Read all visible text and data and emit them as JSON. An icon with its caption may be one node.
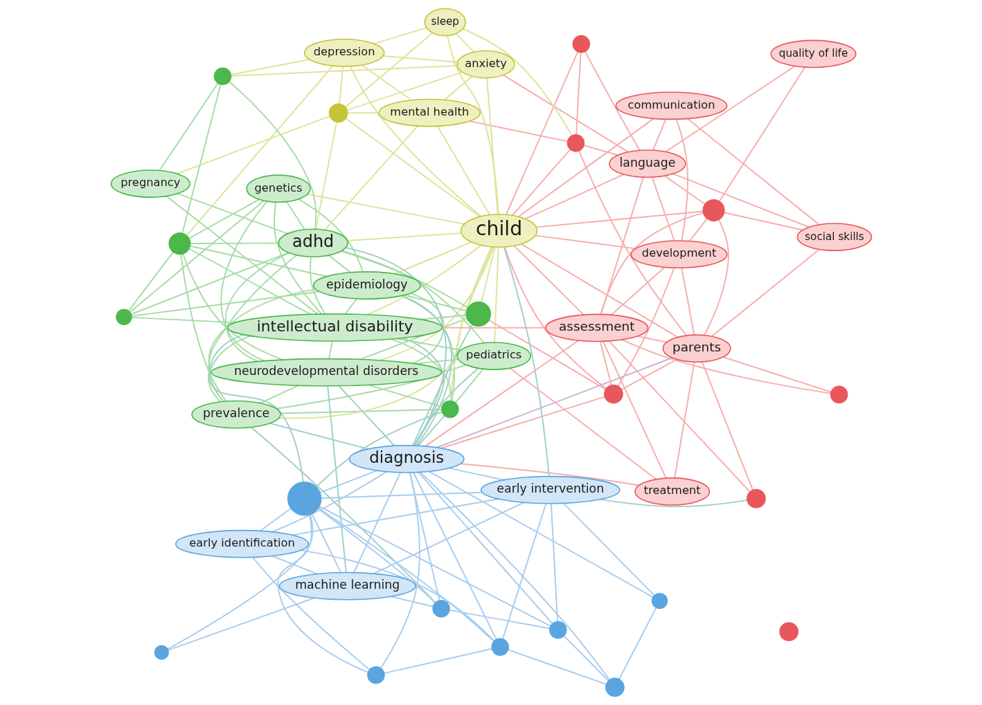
{
  "diagram": {
    "nodes": [
      {
        "text": [
          "epidemiology"
        ]
      },
      {
        "text": [],
        "shape": "circle"
      },
      {
        "text": [
          "prevalence"
        ]
      },
      {
        "text": [],
        "shape": "circle"
      },
      {
        "text": [
          "neurodevelopmental disorders"
        ]
      },
      {
        "text": [
          "genetics"
        ]
      },
      {
        "text": [
          "pregnancy"
        ]
      },
      {
        "text": [],
        "shape": "circle"
      },
      {
        "text": [],
        "shape": "circle"
      },
      {
        "text": [
          "machine learning"
        ]
      },
      {
        "text": [
          "intellectual disability"
        ]
      },
      {
        "text": [],
        "shape": "circle"
      },
      {
        "text": [
          "pediatrics"
        ]
      },
      {
        "text": [
          "adhd"
        ]
      },
      {
        "text": [],
        "shape": "circle"
      },
      {
        "text": [],
        "shape": "circle"
      },
      {
        "text": [
          "diagnosis"
        ]
      },
      {
        "text": [],
        "shape": "circle"
      },
      {
        "text": [],
        "shape": "circle"
      },
      {
        "text": [
          "treatment"
        ]
      },
      {
        "text": [
          "mental health"
        ]
      },
      {
        "text": [],
        "shape": "circle"
      },
      {
        "text": [],
        "shape": "circle"
      },
      {
        "text": [],
        "shape": "circle"
      },
      {
        "text": [
          "early identification"
        ]
      },
      {
        "text": [
          "child"
        ]
      },
      {
        "text": [
          "depression"
        ]
      },
      {
        "text": [
          "assessment"
        ]
      },
      {
        "text": [],
        "shape": "circle"
      },
      {
        "text": [],
        "shape": "circle"
      },
      {
        "text": [
          "anxiety"
        ]
      },
      {
        "text": [],
        "shape": "circle"
      },
      {
        "text": [],
        "shape": "circle"
      },
      {
        "text": [
          "early intervention"
        ]
      },
      {
        "text": [],
        "shape": "circle"
      },
      {
        "text": [
          "development"
        ]
      },
      {
        "text": [],
        "shape": "circle"
      },
      {
        "text": [],
        "shape": "circle"
      },
      {
        "text": [
          "sleep"
        ]
      },
      {
        "text": [
          "language"
        ]
      },
      {
        "text": [],
        "shape": "circle"
      },
      {
        "text": [
          "parents"
        ]
      },
      {
        "text": [],
        "shape": "circle"
      },
      {
        "text": [
          "quality of life"
        ]
      },
      {
        "text": [
          "communication"
        ]
      },
      {
        "text": [
          "social skills"
        ]
      }
    ],
    "edges": [
      {
        "from": 0,
        "to": 1,
        "arrow": "none",
        "color": "#a6dca6"
      },
      {
        "from": 0,
        "to": 2,
        "arrow": "none",
        "color": "#a6dca6"
      },
      {
        "from": 0,
        "to": 3,
        "arrow": "none",
        "color": "#a6dca6"
      },
      {
        "from": 0,
        "to": 4,
        "arrow": "none",
        "color": "#a6dca6"
      },
      {
        "from": 0,
        "to": 5,
        "arrow": "none",
        "color": "#a6dca6"
      },
      {
        "from": 0,
        "to": 7,
        "arrow": "none",
        "color": "#a6dca6"
      },
      {
        "from": 0,
        "to": 10,
        "arrow": "none",
        "color": "#a6dca6"
      },
      {
        "from": 0,
        "to": 13,
        "arrow": "none",
        "color": "#a6dca6"
      },
      {
        "from": 0,
        "to": 15,
        "arrow": "none",
        "color": "#a6dca6"
      },
      {
        "from": 1,
        "to": 3,
        "arrow": "none",
        "color": "#a6dca6"
      },
      {
        "from": 1,
        "to": 5,
        "arrow": "none",
        "color": "#a6dca6"
      },
      {
        "from": 1,
        "to": 10,
        "arrow": "none",
        "color": "#a6dca6"
      },
      {
        "from": 1,
        "to": 13,
        "arrow": "none",
        "color": "#a6dca6"
      },
      {
        "from": 2,
        "to": 3,
        "arrow": "none",
        "color": "#a6dca6"
      },
      {
        "from": 2,
        "to": 4,
        "arrow": "none",
        "color": "#a6dca6"
      },
      {
        "from": 2,
        "to": 7,
        "arrow": "none",
        "color": "#a6dca6"
      },
      {
        "from": 2,
        "to": 10,
        "arrow": "none",
        "color": "#a6dca6"
      },
      {
        "from": 2,
        "to": 13,
        "arrow": "none",
        "color": "#a6dca6"
      },
      {
        "from": 2,
        "to": 12,
        "arrow": "none",
        "color": "#a6dca6"
      },
      {
        "from": 3,
        "to": 4,
        "arrow": "none",
        "color": "#a6dca6"
      },
      {
        "from": 3,
        "to": 5,
        "arrow": "none",
        "color": "#a6dca6"
      },
      {
        "from": 3,
        "to": 10,
        "arrow": "none",
        "color": "#a6dca6"
      },
      {
        "from": 3,
        "to": 13,
        "arrow": "none",
        "color": "#a6dca6"
      },
      {
        "from": 3,
        "to": 14,
        "arrow": "none",
        "color": "#a6dca6"
      },
      {
        "from": 4,
        "to": 5,
        "arrow": "none",
        "color": "#a6dca6"
      },
      {
        "from": 4,
        "to": 7,
        "arrow": "none",
        "color": "#a6dca6"
      },
      {
        "from": 4,
        "to": 10,
        "arrow": "none",
        "color": "#a6dca6"
      },
      {
        "from": 4,
        "to": 12,
        "arrow": "none",
        "color": "#a6dca6"
      },
      {
        "from": 4,
        "to": 13,
        "arrow": "none",
        "color": "#a6dca6"
      },
      {
        "from": 4,
        "to": 15,
        "arrow": "none",
        "color": "#a6dca6"
      },
      {
        "from": 5,
        "to": 10,
        "arrow": "none",
        "color": "#a6dca6"
      },
      {
        "from": 5,
        "to": 13,
        "arrow": "none",
        "color": "#a6dca6"
      },
      {
        "from": 6,
        "to": 13,
        "arrow": "none",
        "color": "#a6dca6"
      },
      {
        "from": 6,
        "to": 14,
        "arrow": "none",
        "color": "#a6dca6"
      },
      {
        "from": 6,
        "to": 10,
        "arrow": "none",
        "color": "#a6dca6"
      },
      {
        "from": 7,
        "to": 10,
        "arrow": "none",
        "color": "#a6dca6"
      },
      {
        "from": 7,
        "to": 12,
        "arrow": "none",
        "color": "#a6dca6"
      },
      {
        "from": 10,
        "to": 12,
        "arrow": "none",
        "color": "#a6dca6"
      },
      {
        "from": 10,
        "to": 13,
        "arrow": "none",
        "color": "#a6dca6"
      },
      {
        "from": 10,
        "to": 15,
        "arrow": "none",
        "color": "#a6dca6"
      },
      {
        "from": 12,
        "to": 13,
        "arrow": "none",
        "color": "#a6dca6"
      },
      {
        "from": 13,
        "to": 14,
        "arrow": "none",
        "color": "#a6dca6"
      },
      {
        "from": 13,
        "to": 15,
        "arrow": "none",
        "color": "#a6dca6"
      },
      {
        "from": 0,
        "to": 16,
        "arrow": "none",
        "color": "#9fd0c6"
      },
      {
        "from": 2,
        "to": 16,
        "arrow": "none",
        "color": "#9fd0c6"
      },
      {
        "from": 4,
        "to": 16,
        "arrow": "none",
        "color": "#9fd0c6"
      },
      {
        "from": 7,
        "to": 16,
        "arrow": "none",
        "color": "#9fd0c6"
      },
      {
        "from": 10,
        "to": 16,
        "arrow": "none",
        "color": "#9fd0c6"
      },
      {
        "from": 12,
        "to": 16,
        "arrow": "none",
        "color": "#9fd0c6"
      },
      {
        "from": 13,
        "to": 16,
        "arrow": "none",
        "color": "#9fd0c6"
      },
      {
        "from": 15,
        "to": 16,
        "arrow": "none",
        "color": "#9fd0c6"
      },
      {
        "from": 2,
        "to": 11,
        "arrow": "none",
        "color": "#9fd0c6"
      },
      {
        "from": 7,
        "to": 17,
        "arrow": "none",
        "color": "#9fd0c6"
      },
      {
        "from": 4,
        "to": 9,
        "arrow": "none",
        "color": "#9fd0c6"
      },
      {
        "from": 10,
        "to": 17,
        "arrow": "none",
        "color": "#9fd0c6"
      },
      {
        "from": 13,
        "to": 20,
        "arrow": "none",
        "color": "#dde49a"
      },
      {
        "from": 13,
        "to": 25,
        "arrow": "none",
        "color": "#dde49a"
      },
      {
        "from": 10,
        "to": 25,
        "arrow": "none",
        "color": "#dde49a"
      },
      {
        "from": 4,
        "to": 25,
        "arrow": "none",
        "color": "#dde49a"
      },
      {
        "from": 13,
        "to": 18,
        "arrow": "none",
        "color": "#dde49a"
      },
      {
        "from": 14,
        "to": 30,
        "arrow": "none",
        "color": "#dde49a"
      },
      {
        "from": 14,
        "to": 26,
        "arrow": "none",
        "color": "#dde49a"
      },
      {
        "from": 15,
        "to": 25,
        "arrow": "none",
        "color": "#dde49a"
      },
      {
        "from": 12,
        "to": 25,
        "arrow": "none",
        "color": "#dde49a"
      },
      {
        "from": 0,
        "to": 25,
        "arrow": "none",
        "color": "#dde49a"
      },
      {
        "from": 3,
        "to": 26,
        "arrow": "none",
        "color": "#dde49a"
      },
      {
        "from": 6,
        "to": 18,
        "arrow": "none",
        "color": "#dde49a"
      },
      {
        "from": 5,
        "to": 25,
        "arrow": "none",
        "color": "#dde49a"
      },
      {
        "from": 7,
        "to": 25,
        "arrow": "none",
        "color": "#dde49a"
      },
      {
        "from": 2,
        "to": 25,
        "arrow": "none",
        "color": "#dde49a"
      },
      {
        "from": 18,
        "to": 20,
        "arrow": "none",
        "color": "#dde49a"
      },
      {
        "from": 18,
        "to": 26,
        "arrow": "none",
        "color": "#dde49a"
      },
      {
        "from": 18,
        "to": 30,
        "arrow": "none",
        "color": "#dde49a"
      },
      {
        "from": 18,
        "to": 25,
        "arrow": "none",
        "color": "#dde49a"
      },
      {
        "from": 20,
        "to": 25,
        "arrow": "none",
        "color": "#dde49a"
      },
      {
        "from": 20,
        "to": 26,
        "arrow": "none",
        "color": "#dde49a"
      },
      {
        "from": 20,
        "to": 30,
        "arrow": "none",
        "color": "#dde49a"
      },
      {
        "from": 25,
        "to": 26,
        "arrow": "none",
        "color": "#dde49a"
      },
      {
        "from": 25,
        "to": 30,
        "arrow": "none",
        "color": "#dde49a"
      },
      {
        "from": 25,
        "to": 38,
        "arrow": "none",
        "color": "#dde49a"
      },
      {
        "from": 26,
        "to": 30,
        "arrow": "none",
        "color": "#dde49a"
      },
      {
        "from": 26,
        "to": 38,
        "arrow": "none",
        "color": "#dde49a"
      },
      {
        "from": 30,
        "to": 38,
        "arrow": "none",
        "color": "#dde49a"
      },
      {
        "from": 18,
        "to": 38,
        "arrow": "none",
        "color": "#dde49a"
      },
      {
        "from": 25,
        "to": 22,
        "arrow": "none"
      },
      {
        "from": 25,
        "to": 27,
        "arrow": "none"
      },
      {
        "from": 25,
        "to": 35,
        "arrow": "none"
      },
      {
        "from": 25,
        "to": 39,
        "arrow": "none"
      },
      {
        "from": 25,
        "to": 41,
        "arrow": "none"
      },
      {
        "from": 25,
        "to": 29,
        "arrow": "none"
      },
      {
        "from": 25,
        "to": 32,
        "arrow": "none"
      },
      {
        "from": 25,
        "to": 44,
        "arrow": "none"
      },
      {
        "from": 25,
        "to": 40,
        "arrow": "none"
      },
      {
        "from": 30,
        "to": 39,
        "arrow": "none"
      },
      {
        "from": 20,
        "to": 29,
        "arrow": "none"
      },
      {
        "from": 38,
        "to": 29,
        "arrow": "none",
        "color": "#dde49a"
      },
      {
        "from": 12,
        "to": 19,
        "arrow": "none"
      },
      {
        "from": 15,
        "to": 22,
        "arrow": "none"
      },
      {
        "from": 10,
        "to": 27,
        "arrow": "none"
      },
      {
        "from": 19,
        "to": 27,
        "arrow": "none"
      },
      {
        "from": 22,
        "to": 27,
        "arrow": "none"
      },
      {
        "from": 27,
        "to": 35,
        "arrow": "none"
      },
      {
        "from": 27,
        "to": 39,
        "arrow": "none"
      },
      {
        "from": 27,
        "to": 40,
        "arrow": "none"
      },
      {
        "from": 27,
        "to": 41,
        "arrow": "none"
      },
      {
        "from": 27,
        "to": 34,
        "arrow": "none"
      },
      {
        "from": 27,
        "to": 37,
        "arrow": "none"
      },
      {
        "from": 29,
        "to": 32,
        "arrow": "none"
      },
      {
        "from": 29,
        "to": 39,
        "arrow": "none"
      },
      {
        "from": 29,
        "to": 41,
        "arrow": "none"
      },
      {
        "from": 32,
        "to": 39,
        "arrow": "none"
      },
      {
        "from": 35,
        "to": 39,
        "arrow": "none"
      },
      {
        "from": 35,
        "to": 40,
        "arrow": "none"
      },
      {
        "from": 35,
        "to": 44,
        "arrow": "none"
      },
      {
        "from": 35,
        "to": 41,
        "arrow": "none"
      },
      {
        "from": 39,
        "to": 40,
        "arrow": "none"
      },
      {
        "from": 39,
        "to": 43,
        "arrow": "none"
      },
      {
        "from": 39,
        "to": 44,
        "arrow": "none"
      },
      {
        "from": 40,
        "to": 41,
        "arrow": "none"
      },
      {
        "from": 40,
        "to": 43,
        "arrow": "none"
      },
      {
        "from": 40,
        "to": 45,
        "arrow": "none"
      },
      {
        "from": 44,
        "to": 45,
        "arrow": "none"
      },
      {
        "from": 34,
        "to": 41,
        "arrow": "none"
      },
      {
        "from": 37,
        "to": 41,
        "arrow": "none"
      },
      {
        "from": 22,
        "to": 41,
        "arrow": "none"
      },
      {
        "from": 19,
        "to": 41,
        "arrow": "none"
      },
      {
        "from": 22,
        "to": 35,
        "arrow": "none"
      },
      {
        "from": 39,
        "to": 45,
        "arrow": "none"
      },
      {
        "from": 41,
        "to": 45,
        "arrow": "none"
      },
      {
        "from": 27,
        "to": 16,
        "arrow": "none"
      },
      {
        "from": 19,
        "to": 16,
        "arrow": "none"
      },
      {
        "from": 41,
        "to": 16,
        "arrow": "none",
        "color": "#cdb4d6"
      },
      {
        "from": 22,
        "to": 16,
        "arrow": "none"
      },
      {
        "from": 37,
        "to": 33,
        "arrow": "none",
        "color": "#9fd0c6"
      },
      {
        "from": 25,
        "to": 33,
        "arrow": "none",
        "color": "#9fd0c6"
      },
      {
        "from": 8,
        "to": 9,
        "arrow": "none",
        "color": "#a8cdee"
      },
      {
        "from": 9,
        "to": 16,
        "arrow": "none",
        "color": "#a8cdee"
      },
      {
        "from": 9,
        "to": 17,
        "arrow": "none",
        "color": "#a8cdee"
      },
      {
        "from": 9,
        "to": 11,
        "arrow": "none",
        "color": "#a8cdee"
      },
      {
        "from": 9,
        "to": 24,
        "arrow": "none",
        "color": "#a8cdee"
      },
      {
        "from": 9,
        "to": 33,
        "arrow": "none",
        "color": "#a8cdee"
      },
      {
        "from": 11,
        "to": 16,
        "arrow": "none",
        "color": "#a8cdee"
      },
      {
        "from": 11,
        "to": 23,
        "arrow": "none",
        "color": "#a8cdee"
      },
      {
        "from": 11,
        "to": 17,
        "arrow": "none",
        "color": "#a8cdee"
      },
      {
        "from": 16,
        "to": 17,
        "arrow": "none",
        "color": "#a8cdee"
      },
      {
        "from": 16,
        "to": 21,
        "arrow": "none",
        "color": "#a8cdee"
      },
      {
        "from": 16,
        "to": 23,
        "arrow": "none",
        "color": "#a8cdee"
      },
      {
        "from": 16,
        "to": 24,
        "arrow": "none",
        "color": "#a8cdee"
      },
      {
        "from": 16,
        "to": 28,
        "arrow": "none",
        "color": "#a8cdee"
      },
      {
        "from": 16,
        "to": 33,
        "arrow": "none",
        "color": "#a8cdee"
      },
      {
        "from": 16,
        "to": 31,
        "arrow": "none",
        "color": "#a8cdee"
      },
      {
        "from": 16,
        "to": 36,
        "arrow": "none",
        "color": "#a8cdee"
      },
      {
        "from": 17,
        "to": 21,
        "arrow": "none",
        "color": "#a8cdee"
      },
      {
        "from": 17,
        "to": 24,
        "arrow": "none",
        "color": "#a8cdee"
      },
      {
        "from": 17,
        "to": 33,
        "arrow": "none",
        "color": "#a8cdee"
      },
      {
        "from": 17,
        "to": 31,
        "arrow": "none",
        "color": "#a8cdee"
      },
      {
        "from": 17,
        "to": 23,
        "arrow": "none",
        "color": "#a8cdee"
      },
      {
        "from": 23,
        "to": 33,
        "arrow": "none",
        "color": "#a8cdee"
      },
      {
        "from": 23,
        "to": 36,
        "arrow": "none",
        "color": "#a8cdee"
      },
      {
        "from": 24,
        "to": 33,
        "arrow": "none",
        "color": "#a8cdee"
      },
      {
        "from": 24,
        "to": 31,
        "arrow": "none",
        "color": "#a8cdee"
      },
      {
        "from": 28,
        "to": 36,
        "arrow": "none",
        "color": "#a8cdee"
      },
      {
        "from": 31,
        "to": 33,
        "arrow": "none",
        "color": "#a8cdee"
      },
      {
        "from": 31,
        "to": 36,
        "arrow": "none",
        "color": "#a8cdee"
      },
      {
        "from": 21,
        "to": 24,
        "arrow": "none",
        "color": "#a8cdee"
      },
      {
        "from": 8,
        "to": 17,
        "arrow": "none",
        "color": "#a8cdee"
      },
      {
        "from": 21,
        "to": 31,
        "arrow": "none",
        "color": "#a8cdee"
      },
      {
        "from": 28,
        "to": 33,
        "arrow": "none",
        "color": "#a8cdee"
      }
    ]
  }
}
